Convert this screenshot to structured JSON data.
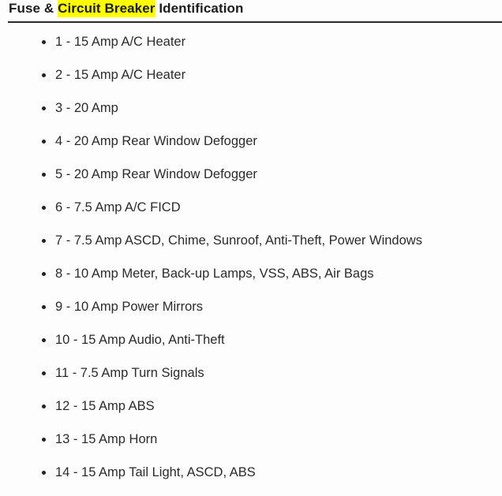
{
  "document": {
    "title_parts": {
      "before": "Fuse & ",
      "highlighted": "Circuit Breaker",
      "after": " Identification"
    },
    "title_full": "Fuse & Circuit Breaker Identification",
    "highlight_color": "#ffff00",
    "text_color": "#2b2b2b",
    "background_color": "#fdfdfd",
    "rule_color": "#2a2a2a"
  },
  "list": {
    "bullet_style": "disc",
    "items": [
      {
        "number": "1",
        "rating": "15 Amp",
        "circuits": "A/C Heater",
        "text": "1 - 15 Amp A/C Heater"
      },
      {
        "number": "2",
        "rating": "15 Amp",
        "circuits": "A/C Heater",
        "text": "2 - 15 Amp A/C Heater"
      },
      {
        "number": "3",
        "rating": "20 Amp",
        "circuits": "",
        "text": "3 - 20 Amp"
      },
      {
        "number": "4",
        "rating": "20 Amp",
        "circuits": "Rear Window Defogger",
        "text": "4 - 20 Amp Rear Window Defogger"
      },
      {
        "number": "5",
        "rating": "20 Amp",
        "circuits": "Rear Window Defogger",
        "text": "5 - 20 Amp Rear Window Defogger"
      },
      {
        "number": "6",
        "rating": "7.5 Amp",
        "circuits": "A/C FICD",
        "text": "6 - 7.5 Amp A/C FICD"
      },
      {
        "number": "7",
        "rating": "7.5 Amp",
        "circuits": "ASCD, Chime, Sunroof, Anti-Theft, Power Windows",
        "text": "7 - 7.5 Amp ASCD, Chime, Sunroof, Anti-Theft, Power Windows"
      },
      {
        "number": "8",
        "rating": "10 Amp",
        "circuits": "Meter, Back-up Lamps, VSS, ABS, Air Bags",
        "text": "8 - 10 Amp Meter, Back-up Lamps, VSS, ABS, Air Bags"
      },
      {
        "number": "9",
        "rating": "10 Amp",
        "circuits": "Power Mirrors",
        "text": "9 - 10 Amp Power Mirrors"
      },
      {
        "number": "10",
        "rating": "15 Amp",
        "circuits": "Audio, Anti-Theft",
        "text": "10 - 15 Amp Audio, Anti-Theft"
      },
      {
        "number": "11",
        "rating": "7.5 Amp",
        "circuits": "Turn Signals",
        "text": "11 - 7.5 Amp Turn Signals"
      },
      {
        "number": "12",
        "rating": "15 Amp",
        "circuits": "ABS",
        "text": "12 - 15 Amp ABS"
      },
      {
        "number": "13",
        "rating": "15 Amp",
        "circuits": "Horn",
        "text": "13 - 15 Amp Horn"
      },
      {
        "number": "14",
        "rating": "15 Amp",
        "circuits": "Tail Light, ASCD, ABS",
        "text": "14 - 15 Amp Tail Light, ASCD, ABS"
      }
    ]
  }
}
